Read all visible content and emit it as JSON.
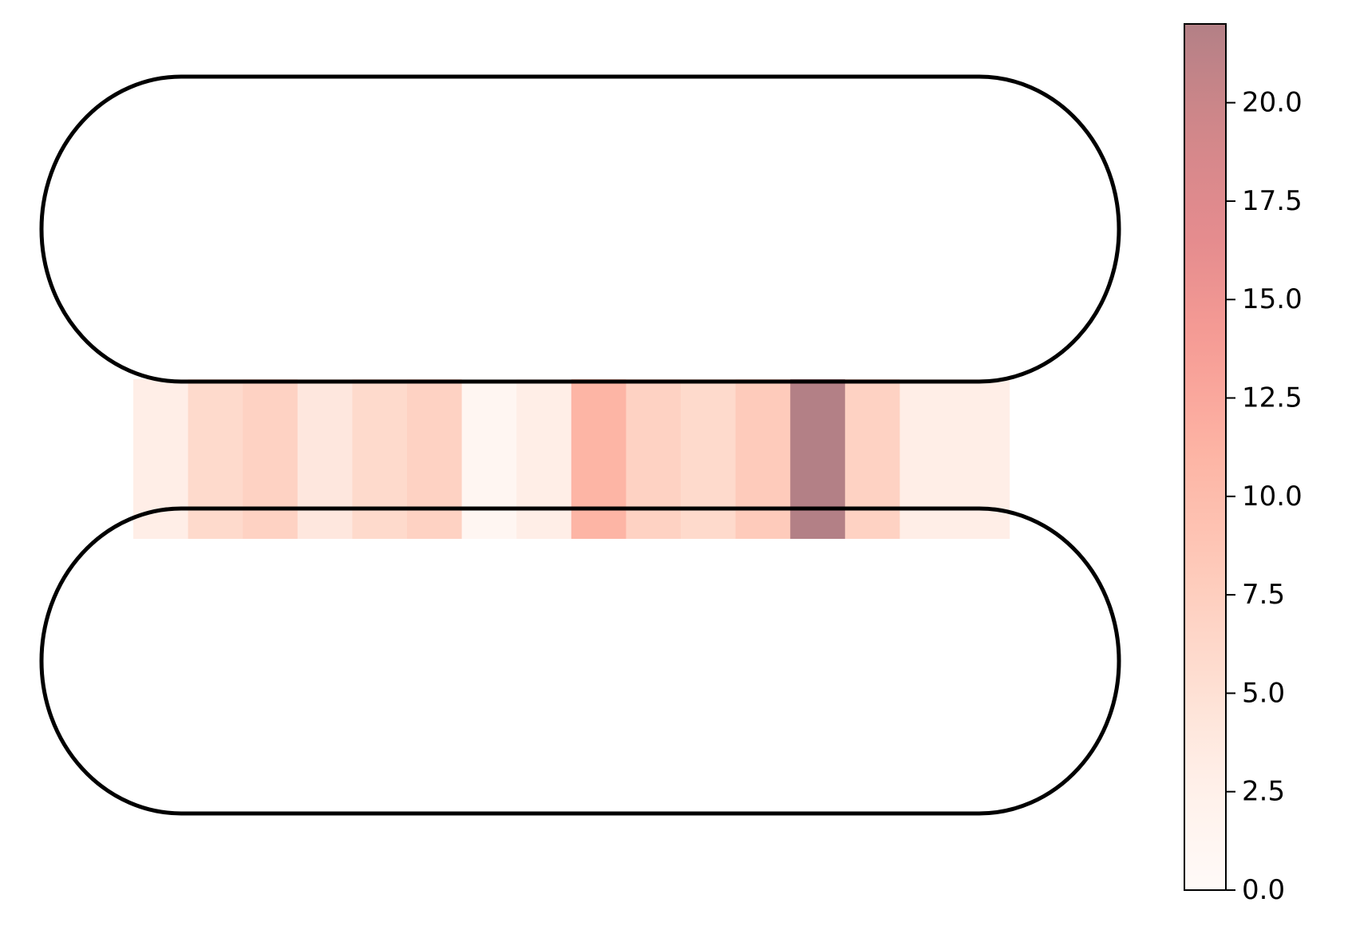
{
  "chart_data": {
    "type": "heatmap",
    "title": "",
    "xlabel": "",
    "ylabel": "",
    "colormap": "Reds",
    "alpha": 0.5,
    "values": [
      3,
      6,
      7,
      4,
      6,
      7,
      1,
      3,
      11,
      7,
      6,
      8,
      22,
      7,
      3,
      3
    ],
    "colorbar": {
      "range": [
        0,
        22
      ],
      "ticks": [
        0.0,
        2.5,
        5.0,
        7.5,
        10.0,
        12.5,
        15.0,
        17.5,
        20.0
      ],
      "tick_labels": [
        "0.0",
        "2.5",
        "5.0",
        "7.5",
        "10.0",
        "12.5",
        "15.0",
        "17.5",
        "20.0"
      ]
    },
    "grid": false,
    "legend": "none"
  }
}
